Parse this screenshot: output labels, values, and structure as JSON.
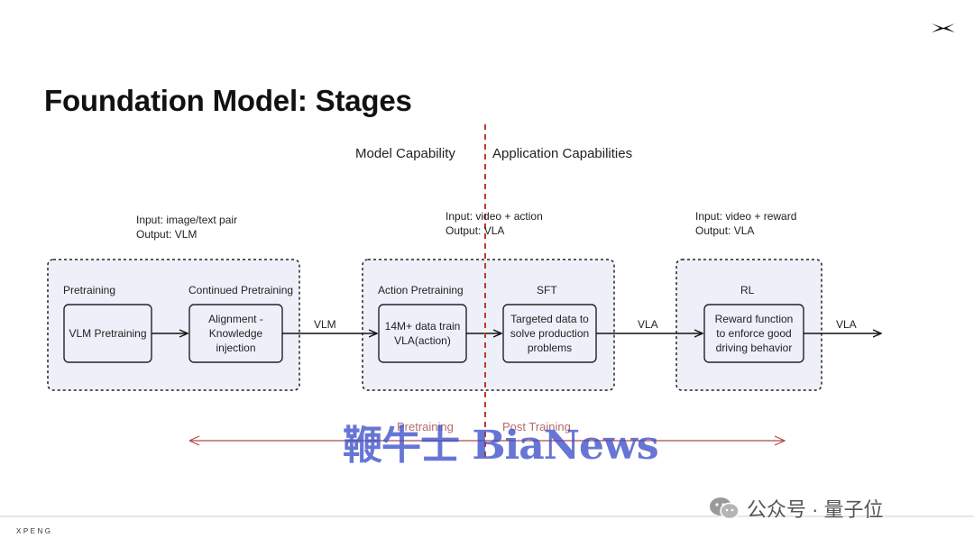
{
  "title": "Foundation Model: Stages",
  "headers": {
    "left": "Model Capability",
    "right": "Application Capabilities"
  },
  "io": {
    "pretraining": {
      "input": "Input: image/text pair",
      "output": "Output: VLM"
    },
    "action": {
      "input": "Input: video + action",
      "output": "Output: VLA"
    },
    "rl": {
      "input": "Input: video + reward",
      "output": "Output: VLA"
    }
  },
  "groups": {
    "pretraining": "Pretraining",
    "continued": "Continued Pretraining",
    "action": "Action Pretraining",
    "sft": "SFT",
    "rl": "RL"
  },
  "boxes": {
    "vlm_pretraining": "VLM Pretraining",
    "alignment": "Alignment - Knowledge injection",
    "data_train": "14M+ data train VLA(action)",
    "targeted": "Targeted data to solve production problems",
    "reward": "Reward function to enforce good driving behavior"
  },
  "edges": {
    "vlm": "VLM",
    "vla1": "VLA",
    "vla2": "VLA"
  },
  "phases": {
    "pre": "Pretraining",
    "post": "Post Training"
  },
  "watermark": "鞭牛士 BiaNews",
  "footer": {
    "brand": "XPENG",
    "wechat": "公众号 · 量子位"
  },
  "colors": {
    "box_fill": "#eef0f9",
    "dashed_line": "#c0392b",
    "timeline": "#b04a4a",
    "text": "#222222"
  },
  "icons": [
    "xpeng-logo-icon",
    "wechat-icon"
  ]
}
